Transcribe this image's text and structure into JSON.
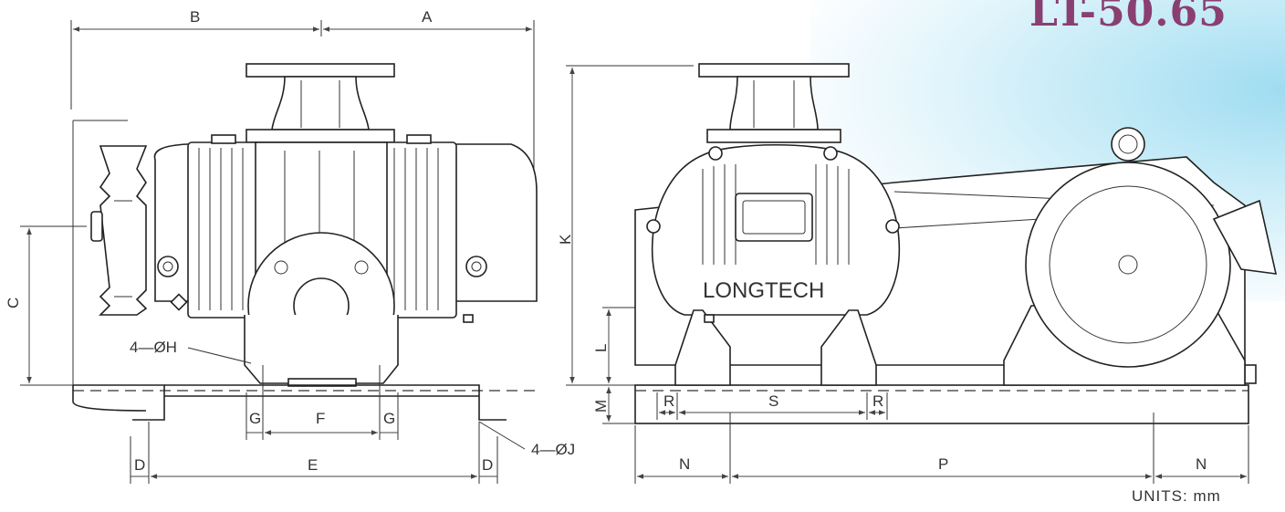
{
  "model": "LT-50.65",
  "brand": "LONGTECH",
  "units_note": "UNITS:  mm",
  "dimensions": {
    "A": "A",
    "B": "B",
    "C": "C",
    "D": "D",
    "E": "E",
    "F": "F",
    "G": "G",
    "K": "K",
    "L": "L",
    "M": "M",
    "N": "N",
    "P": "P",
    "R": "R",
    "S": "S",
    "hole_H": "4—ØH",
    "hole_J": "4—ØJ"
  },
  "colors": {
    "model_text": "#8a3f72",
    "background_glow": "#9fdcf1",
    "line": "#222222"
  }
}
